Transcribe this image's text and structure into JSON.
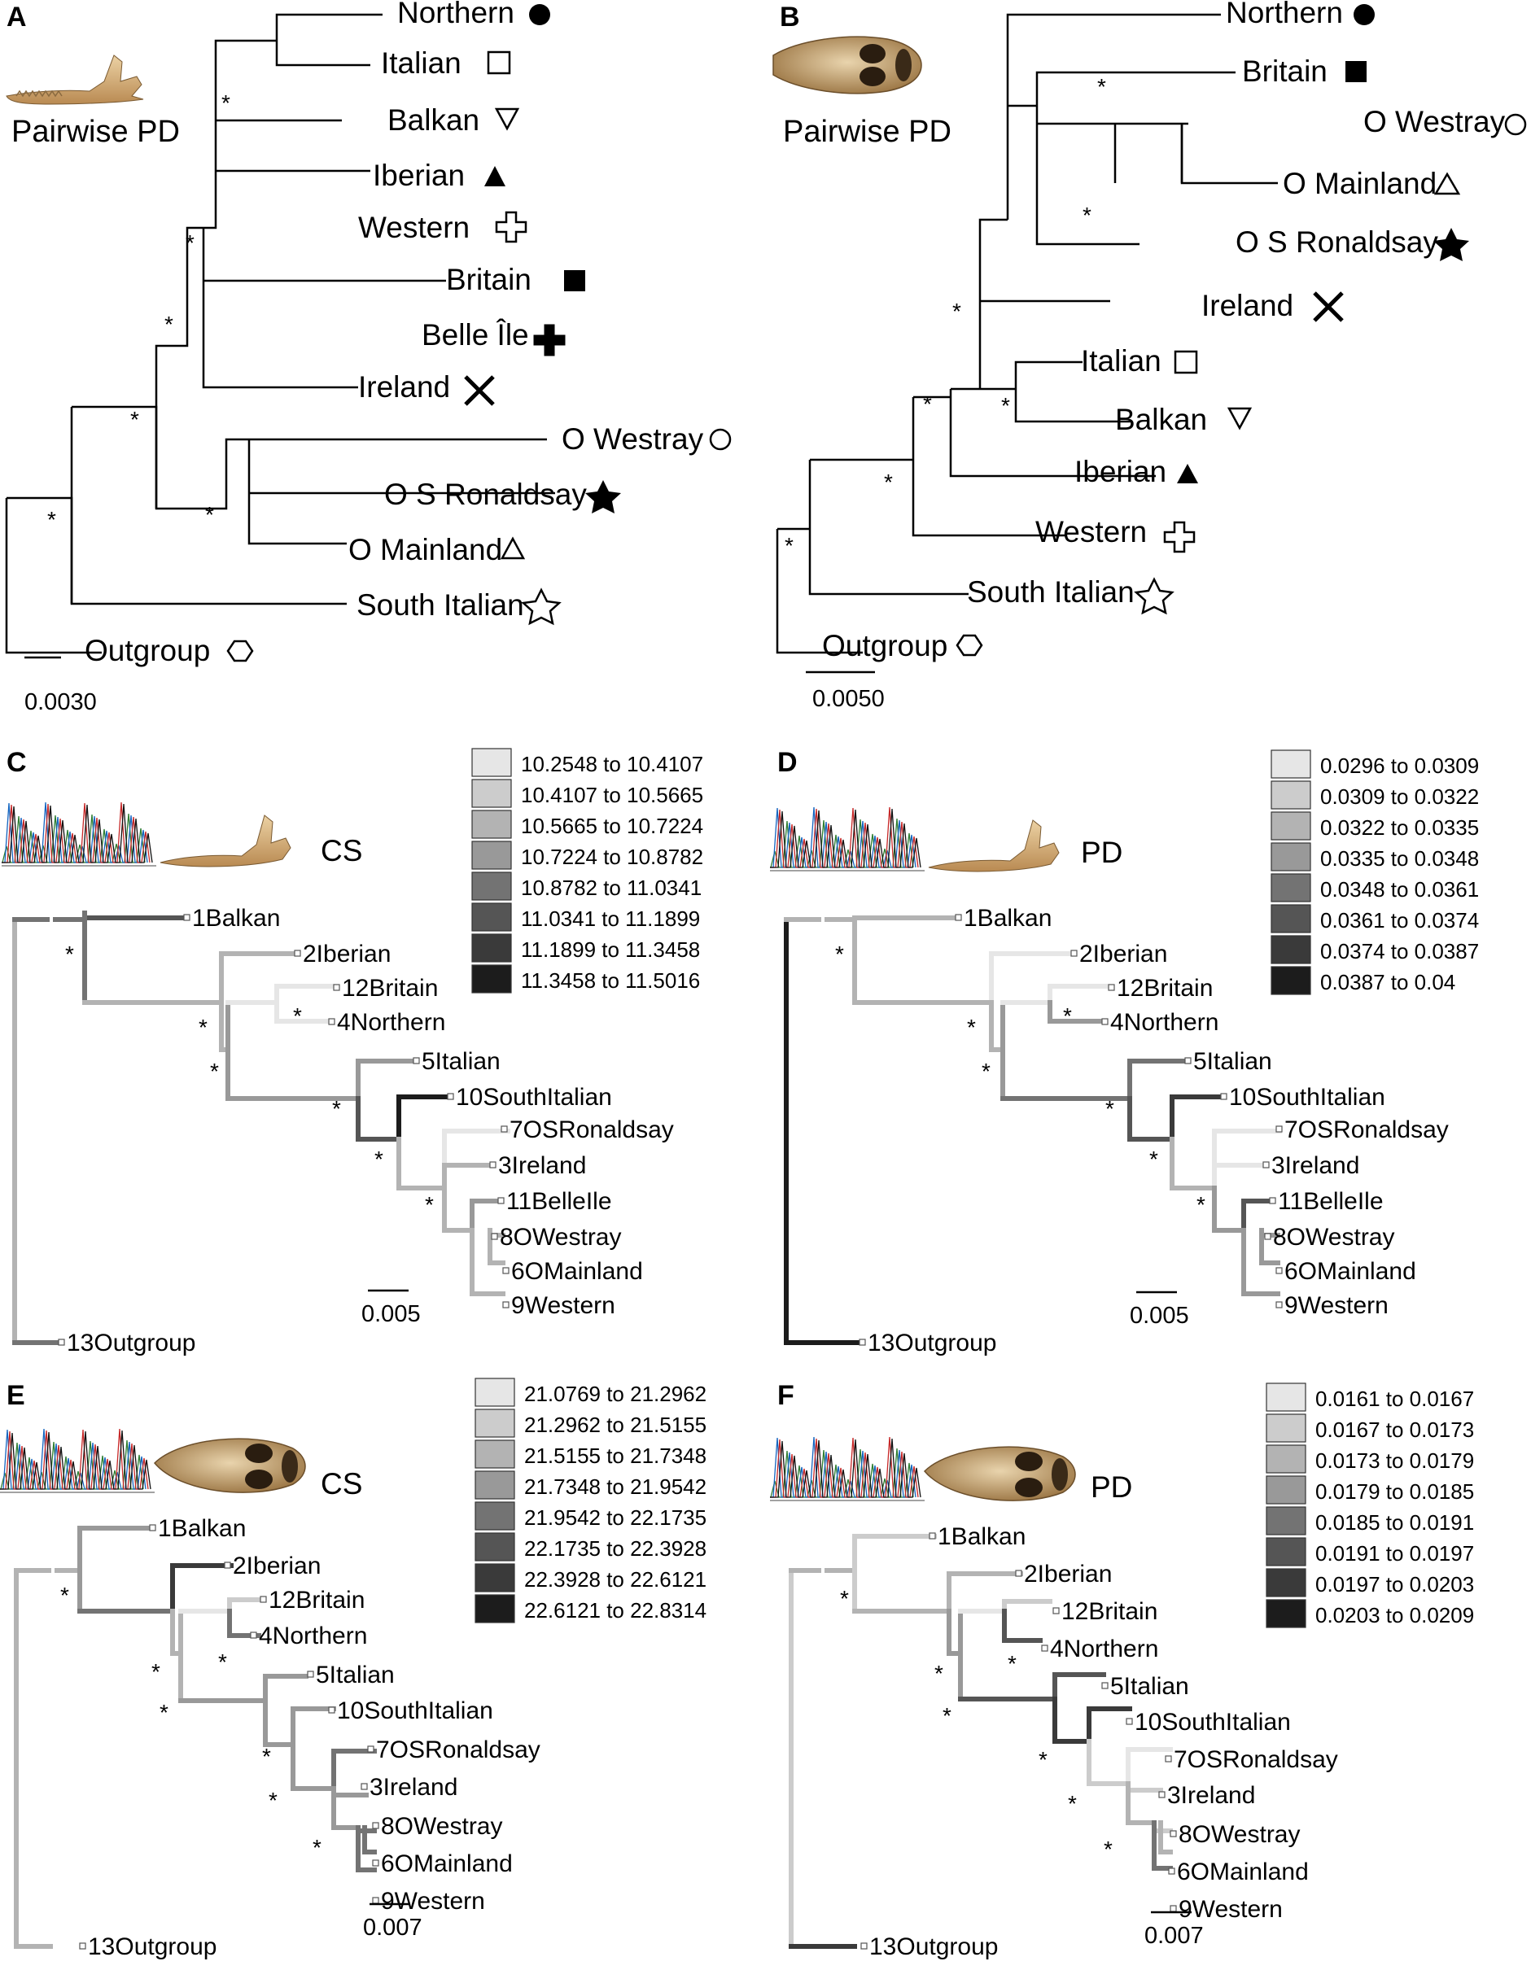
{
  "panels": {
    "A": {
      "letter": "A",
      "subtitle": "Pairwise PD",
      "scale": "0.0030",
      "tips": [
        "Northern",
        "Italian",
        "Balkan",
        "Iberian",
        "Western",
        "Britain",
        "Belle Île",
        "Ireland",
        "O Westray",
        "O S Ronaldsay",
        "O Mainland",
        "South Italian",
        "Outgroup"
      ]
    },
    "B": {
      "letter": "B",
      "subtitle": "Pairwise PD",
      "scale": "0.0050",
      "tips": [
        "Northern",
        "Britain",
        "O Westray",
        "O Mainland",
        "O S Ronaldsay",
        "Ireland",
        "Italian",
        "Balkan",
        "Iberian",
        "Western",
        "South Italian",
        "Outgroup"
      ]
    },
    "C": {
      "letter": "C",
      "label": "CS",
      "scale": "0.005",
      "tips": [
        "1Balkan",
        "2Iberian",
        "12Britain",
        "4Northern",
        "5Italian",
        "10SouthItalian",
        "7OSRonaldsay",
        "3Ireland",
        "11BelleIle",
        "8OWestray",
        "6OMainland",
        "9Western",
        "13Outgroup"
      ],
      "legend": [
        "10.2548 to 10.4107",
        "10.4107 to 10.5665",
        "10.5665 to 10.7224",
        "10.7224 to 10.8782",
        "10.8782 to 11.0341",
        "11.0341 to 11.1899",
        "11.1899 to 11.3458",
        "11.3458 to 11.5016"
      ]
    },
    "D": {
      "letter": "D",
      "label": "PD",
      "scale": "0.005",
      "tips": [
        "1Balkan",
        "2Iberian",
        "12Britain",
        "4Northern",
        "5Italian",
        "10SouthItalian",
        "7OSRonaldsay",
        "3Ireland",
        "11BelleIle",
        "8OWestray",
        "6OMainland",
        "9Western",
        "13Outgroup"
      ],
      "legend": [
        "0.0296 to 0.0309",
        "0.0309 to 0.0322",
        "0.0322 to 0.0335",
        "0.0335 to 0.0348",
        "0.0348 to 0.0361",
        "0.0361 to 0.0374",
        "0.0374 to 0.0387",
        "0.0387 to 0.04"
      ]
    },
    "E": {
      "letter": "E",
      "label": "CS",
      "scale": "0.007",
      "tips": [
        "1Balkan",
        "2Iberian",
        "12Britain",
        "4Northern",
        "5Italian",
        "10SouthItalian",
        "7OSRonaldsay",
        "3Ireland",
        "8OWestray",
        "6OMainland",
        "9Western",
        "13Outgroup"
      ],
      "legend": [
        "21.0769 to 21.2962",
        "21.2962 to 21.5155",
        "21.5155 to 21.7348",
        "21.7348 to 21.9542",
        "21.9542 to 22.1735",
        "22.1735 to 22.3928",
        "22.3928 to 22.6121",
        "22.6121 to 22.8314"
      ]
    },
    "F": {
      "letter": "F",
      "label": "PD",
      "scale": "0.007",
      "tips": [
        "1Balkan",
        "2Iberian",
        "12Britain",
        "4Northern",
        "5Italian",
        "10SouthItalian",
        "7OSRonaldsay",
        "3Ireland",
        "8OWestray",
        "6OMainland",
        "9Western",
        "13Outgroup"
      ],
      "legend": [
        "0.0161 to 0.0167",
        "0.0167 to 0.0173",
        "0.0173 to 0.0179",
        "0.0179 to 0.0185",
        "0.0185 to 0.0191",
        "0.0191 to 0.0197",
        "0.0197 to 0.0203",
        "0.0203 to 0.0209"
      ]
    }
  },
  "support_mark": "*",
  "legend_shades": [
    "#e6e6e6",
    "#cccccc",
    "#b3b3b3",
    "#999999",
    "#737373",
    "#555555",
    "#3a3a3a",
    "#1c1c1c"
  ]
}
